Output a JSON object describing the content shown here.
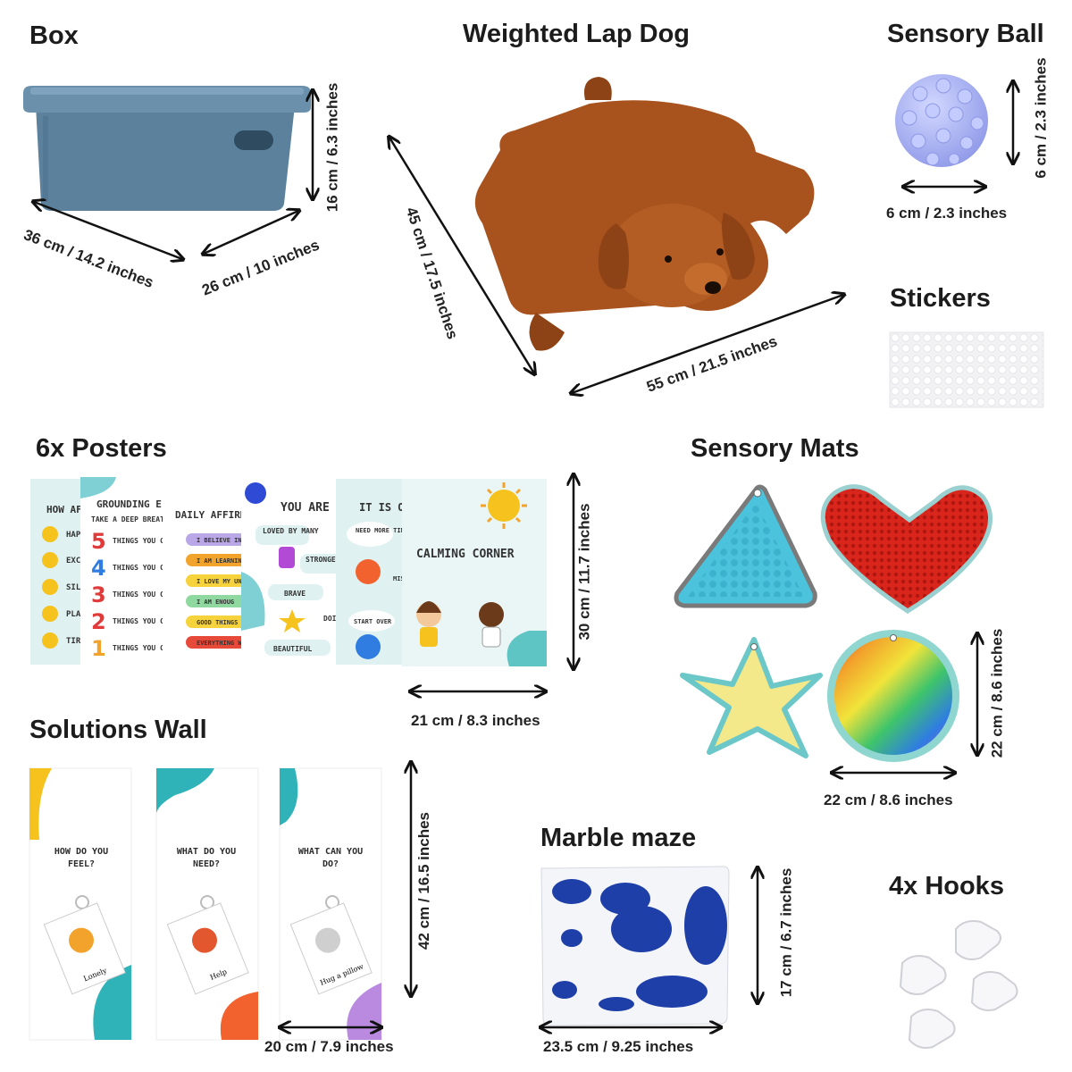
{
  "sections": {
    "box": {
      "title": "Box",
      "dim_depth": "36 cm / 14.2 inches",
      "dim_width": "26 cm / 10 inches",
      "dim_height": "16 cm / 6.3 inches"
    },
    "dog": {
      "title": "Weighted Lap Dog",
      "dim_length": "45 cm / 17.5 inches",
      "dim_width": "55 cm / 21.5 inches"
    },
    "ball": {
      "title": "Sensory Ball",
      "dim_width": "6 cm / 2.3 inches",
      "dim_height": "6 cm / 2.3 inches"
    },
    "stickers": {
      "title": "Stickers"
    },
    "posters": {
      "title": "6x Posters",
      "dim_width": "21 cm / 8.3 inches",
      "dim_height": "30 cm / 11.7 inches",
      "p1": {
        "heading": "HOW AF",
        "rows": [
          "HAP",
          "EXCI",
          "SILL",
          "PLAY",
          "TIRE"
        ]
      },
      "p2": {
        "heading": "GROUNDING E",
        "sub": "TAKE A DEEP BREAT",
        "numbers": [
          "5",
          "4",
          "3",
          "2",
          "1"
        ],
        "row": "THINGS YOU C"
      },
      "p3": {
        "heading": "DAILY AFFIRM",
        "rows": [
          "I BELIEVE IN M",
          "I AM LEARNING E",
          "I LOVE MY UNIQ",
          "I AM ENOUG",
          "GOOD THINGS HAPPENIN",
          "EVERYTHING WILL"
        ]
      },
      "p4": {
        "heading": "YOU ARE",
        "rows": [
          "LOVED BY MANY",
          "STRONGE YOU T",
          "BRAVE",
          "DOI",
          "BEAUTIFUL"
        ]
      },
      "p5": {
        "heading": "IT IS OI",
        "rows": [
          "NEED MORE TIME",
          "MIS",
          "START OVER"
        ]
      },
      "p6": {
        "heading": "CALMING CORNER"
      }
    },
    "mats": {
      "title": "Sensory Mats",
      "dim_width": "22 cm / 8.6 inches",
      "dim_height": "22 cm / 8.6 inches"
    },
    "solutions": {
      "title": "Solutions Wall",
      "dim_width": "20 cm / 7.9 inches",
      "dim_height": "42 cm / 16.5 inches",
      "cards": [
        {
          "q1": "HOW DO YOU",
          "q2": "FEEL?",
          "tag": "Lonely"
        },
        {
          "q1": "WHAT DO YOU",
          "q2": "NEED?",
          "tag": "Help"
        },
        {
          "q1": "WHAT CAN YOU",
          "q2": "DO?",
          "tag": "Hug a pillow"
        }
      ]
    },
    "maze": {
      "title": "Marble maze",
      "dim_width": "23.5 cm / 9.25 inches",
      "dim_height": "17 cm / 6.7 inches"
    },
    "hooks": {
      "title": "4x Hooks"
    }
  },
  "colors": {
    "box_blue": "#5f84a0",
    "dog_brown": "#9a4a1c",
    "ball_lavender": "#a9b3f0",
    "mat_blue": "#4cc3dc",
    "mat_red": "#d9241c",
    "mat_yellow": "#f4e98a",
    "maze_blue": "#1f3fa8",
    "teal": "#5ec4c4"
  }
}
